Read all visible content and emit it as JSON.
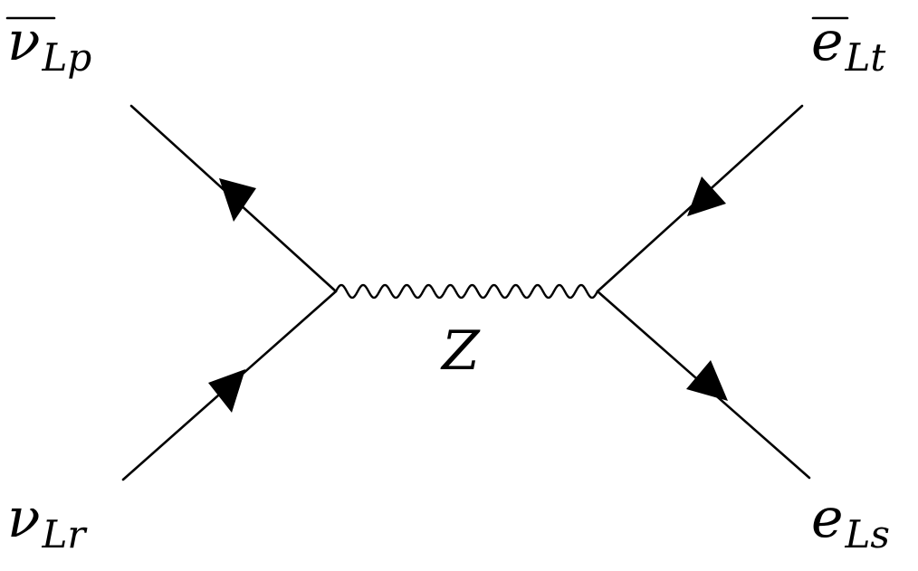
{
  "diagram": {
    "labels": {
      "top_left": {
        "main": "ν",
        "sub": "Lp"
      },
      "bottom_left": {
        "main": "ν",
        "sub": "Lr"
      },
      "top_right": {
        "main": "e",
        "sub": "Lt"
      },
      "bottom_right": {
        "main": "e",
        "sub": "Ls"
      },
      "propagator": "Z"
    },
    "colors": {
      "stroke": "#000000",
      "background": "#ffffff"
    }
  }
}
